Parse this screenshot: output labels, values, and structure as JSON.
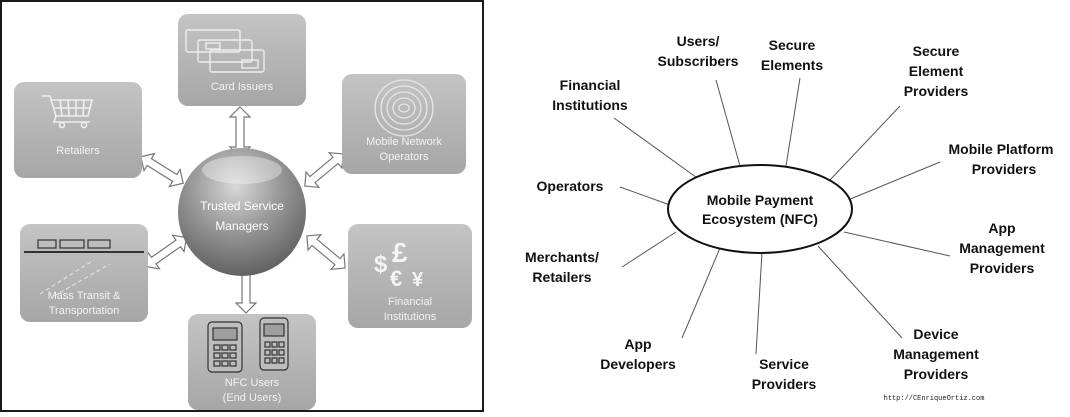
{
  "left": {
    "center": [
      "Trusted Service",
      "Managers"
    ],
    "nodes": [
      {
        "id": "card-issuers",
        "label": [
          "Card Issuers"
        ]
      },
      {
        "id": "retailers",
        "label": [
          "Retailers"
        ]
      },
      {
        "id": "mobile-network-operators",
        "label": [
          "Mobile Network",
          "Operators"
        ]
      },
      {
        "id": "mass-transit",
        "label": [
          "Mass Transit &",
          "Transportation"
        ]
      },
      {
        "id": "financial-institutions",
        "label": [
          "Financial",
          "Institutions"
        ]
      },
      {
        "id": "nfc-users",
        "label": [
          "NFC Users",
          "(End Users)"
        ]
      }
    ],
    "currency": {
      "dollar": "$",
      "pound": "£",
      "euro": "€",
      "yen": "¥"
    }
  },
  "right": {
    "center": [
      "Mobile Payment",
      "Ecosystem (NFC)"
    ],
    "nodes": [
      {
        "id": "users-subscribers",
        "label": [
          "Users/",
          "Subscribers"
        ]
      },
      {
        "id": "secure-elements",
        "label": [
          "Secure",
          "Elements"
        ]
      },
      {
        "id": "secure-element-providers",
        "label": [
          "Secure",
          "Element",
          "Providers"
        ]
      },
      {
        "id": "financial-institutions",
        "label": [
          "Financial",
          "Institutions"
        ]
      },
      {
        "id": "mobile-platform-providers",
        "label": [
          "Mobile Platform",
          "Providers"
        ]
      },
      {
        "id": "operators",
        "label": [
          "Operators"
        ]
      },
      {
        "id": "app-management-providers",
        "label": [
          "App",
          "Management",
          "Providers"
        ]
      },
      {
        "id": "merchants-retailers",
        "label": [
          "Merchants/",
          "Retailers"
        ]
      },
      {
        "id": "app-developers",
        "label": [
          "App",
          "Developers"
        ]
      },
      {
        "id": "service-providers",
        "label": [
          "Service",
          "Providers"
        ]
      },
      {
        "id": "device-management-providers",
        "label": [
          "Device",
          "Management",
          "Providers"
        ]
      }
    ],
    "credit": "http://CEnriqueOrtiz.com"
  }
}
